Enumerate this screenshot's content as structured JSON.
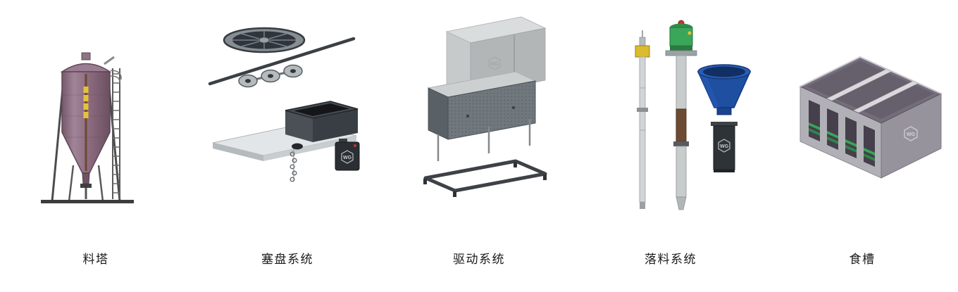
{
  "section": {
    "background": "#ffffff"
  },
  "products": [
    {
      "id": "feed-silo",
      "label": "料塔"
    },
    {
      "id": "plug-disc-system",
      "label": "塞盘系统"
    },
    {
      "id": "drive-system",
      "label": "驱动系统"
    },
    {
      "id": "drop-feed-system",
      "label": "落料系统"
    },
    {
      "id": "feed-trough",
      "label": "食槽"
    }
  ],
  "logo_text": "WG",
  "colors": {
    "silo_body": "#8d6b80",
    "hopper_blue": "#1e4fa0",
    "machine_green": "#3aa65a",
    "accent_green": "#39a657",
    "sensor_yellow": "#d9b82a",
    "metal_gray": "#c6c9ca",
    "dark_metal": "#2e3337",
    "label_text": "#1a1a1a"
  }
}
